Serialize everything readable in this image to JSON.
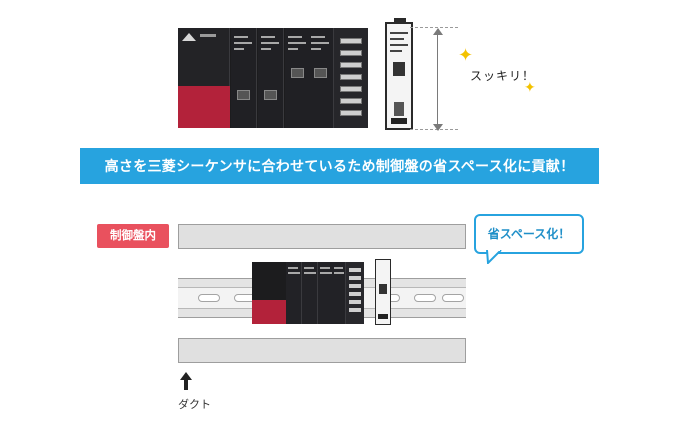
{
  "top_figure": {
    "caption": "スッキリ！",
    "icons": [
      "plc-unit-left",
      "plc-unit-compact",
      "height-dimension-arrow",
      "sparkle-icon"
    ],
    "accent_color": "#f3c200"
  },
  "banner": {
    "text": "高さを三菱シーケンサに合わせているため制御盤の省スペース化に貢献！",
    "color": "#27a3df"
  },
  "diagram": {
    "panel_label": "制御盤内",
    "panel_label_color": "#e9515e",
    "bubble_text": "省スペース化！",
    "duct_label": "ダクト",
    "icons": [
      "din-rail",
      "wiring-duct",
      "arrow-up-icon"
    ]
  }
}
